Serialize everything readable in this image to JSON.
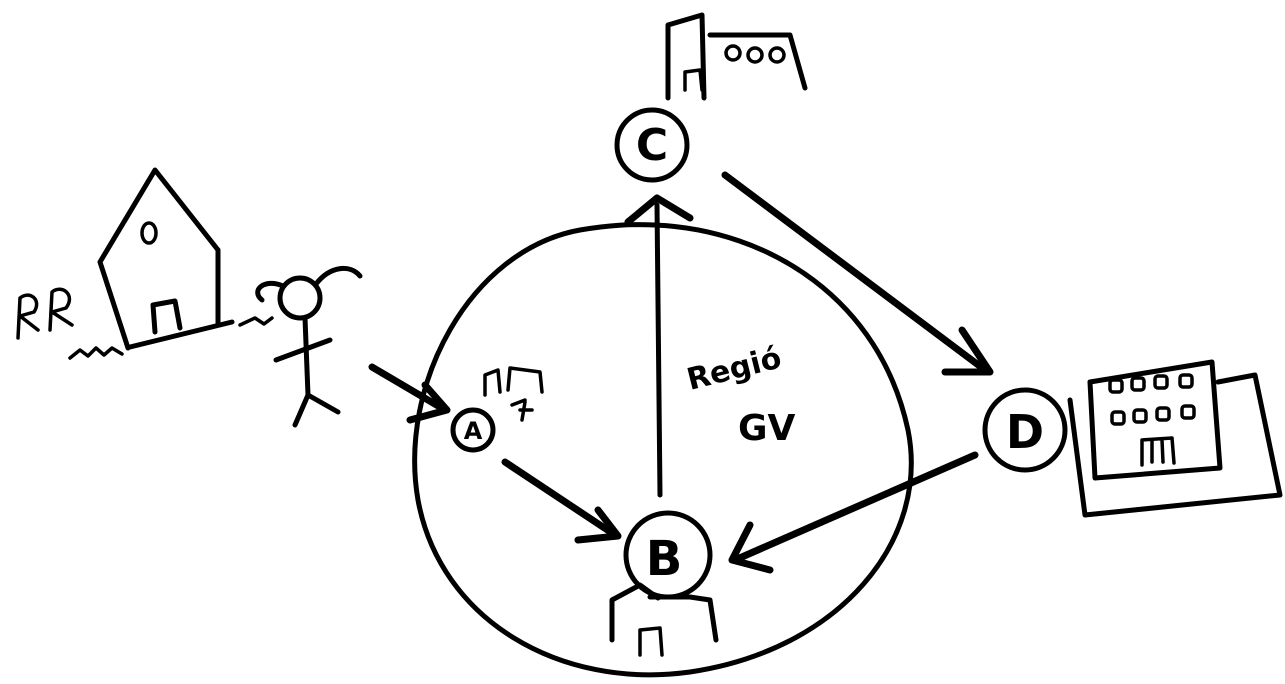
{
  "diagram": {
    "nodes": [
      {
        "id": "A",
        "label": "A"
      },
      {
        "id": "B",
        "label": "B"
      },
      {
        "id": "C",
        "label": "C"
      },
      {
        "id": "D",
        "label": "D"
      }
    ],
    "region": {
      "line1": "Regió",
      "line2": "GV"
    },
    "edges": [
      {
        "from": "person",
        "to": "A"
      },
      {
        "from": "A",
        "to": "B"
      },
      {
        "from": "B",
        "to": "C"
      },
      {
        "from": "C",
        "to": "D"
      },
      {
        "from": "D",
        "to": "B"
      }
    ],
    "icons": [
      "house-icon",
      "trees-icon",
      "person-icon",
      "building-icon"
    ]
  }
}
